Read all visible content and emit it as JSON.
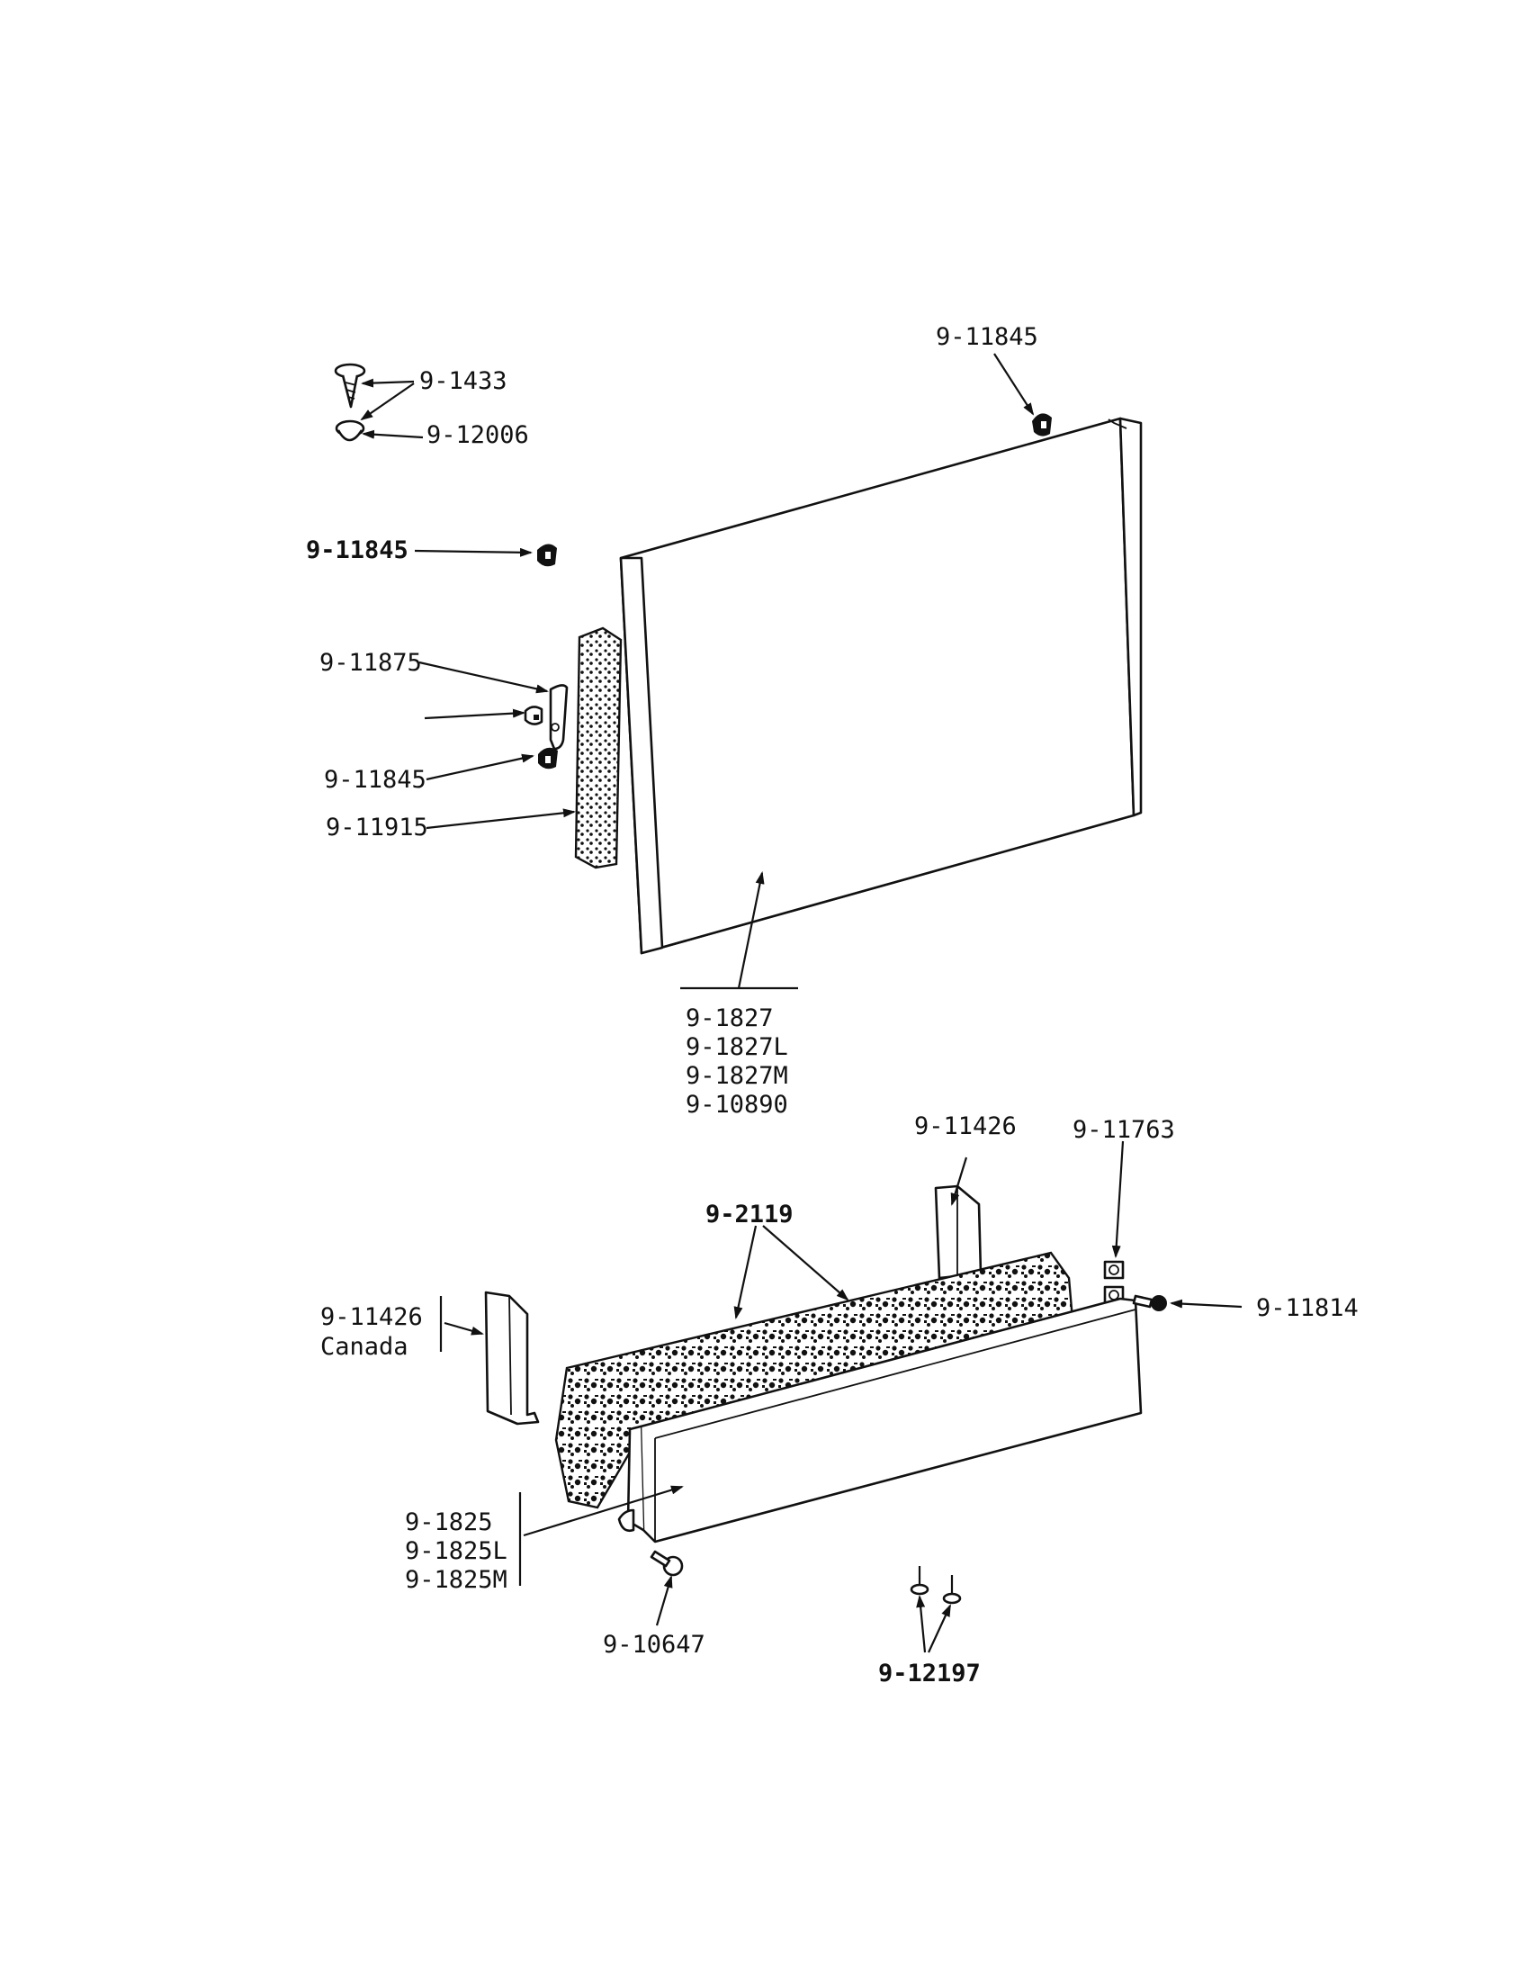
{
  "labels": {
    "top_right_clip": "9-11845",
    "screw": "9-1433",
    "plug": "9-12006",
    "left_clip": "9-11845",
    "hinge_bracket": "9-11875",
    "lower_clip": "9-11845",
    "insulation_strip": "9-11915",
    "door_panel": [
      "9-1827",
      "9-1827L",
      "9-1827M",
      "9-10890"
    ],
    "upper_bracket": "9-11426",
    "clip_nut": "9-11763",
    "insulation_block": "9-2119",
    "side_screw": "9-11814",
    "left_bracket": "9-11426",
    "left_bracket_note": "Canada",
    "kick_panel": [
      "9-1825",
      "9-1825L",
      "9-1825M"
    ],
    "bottom_screw": "9-10647",
    "pair_screws": "9-12197"
  },
  "icons": [
    "screw-icon",
    "plug-icon",
    "clip-icon",
    "bracket-icon",
    "insulation-icon",
    "panel-icon"
  ]
}
